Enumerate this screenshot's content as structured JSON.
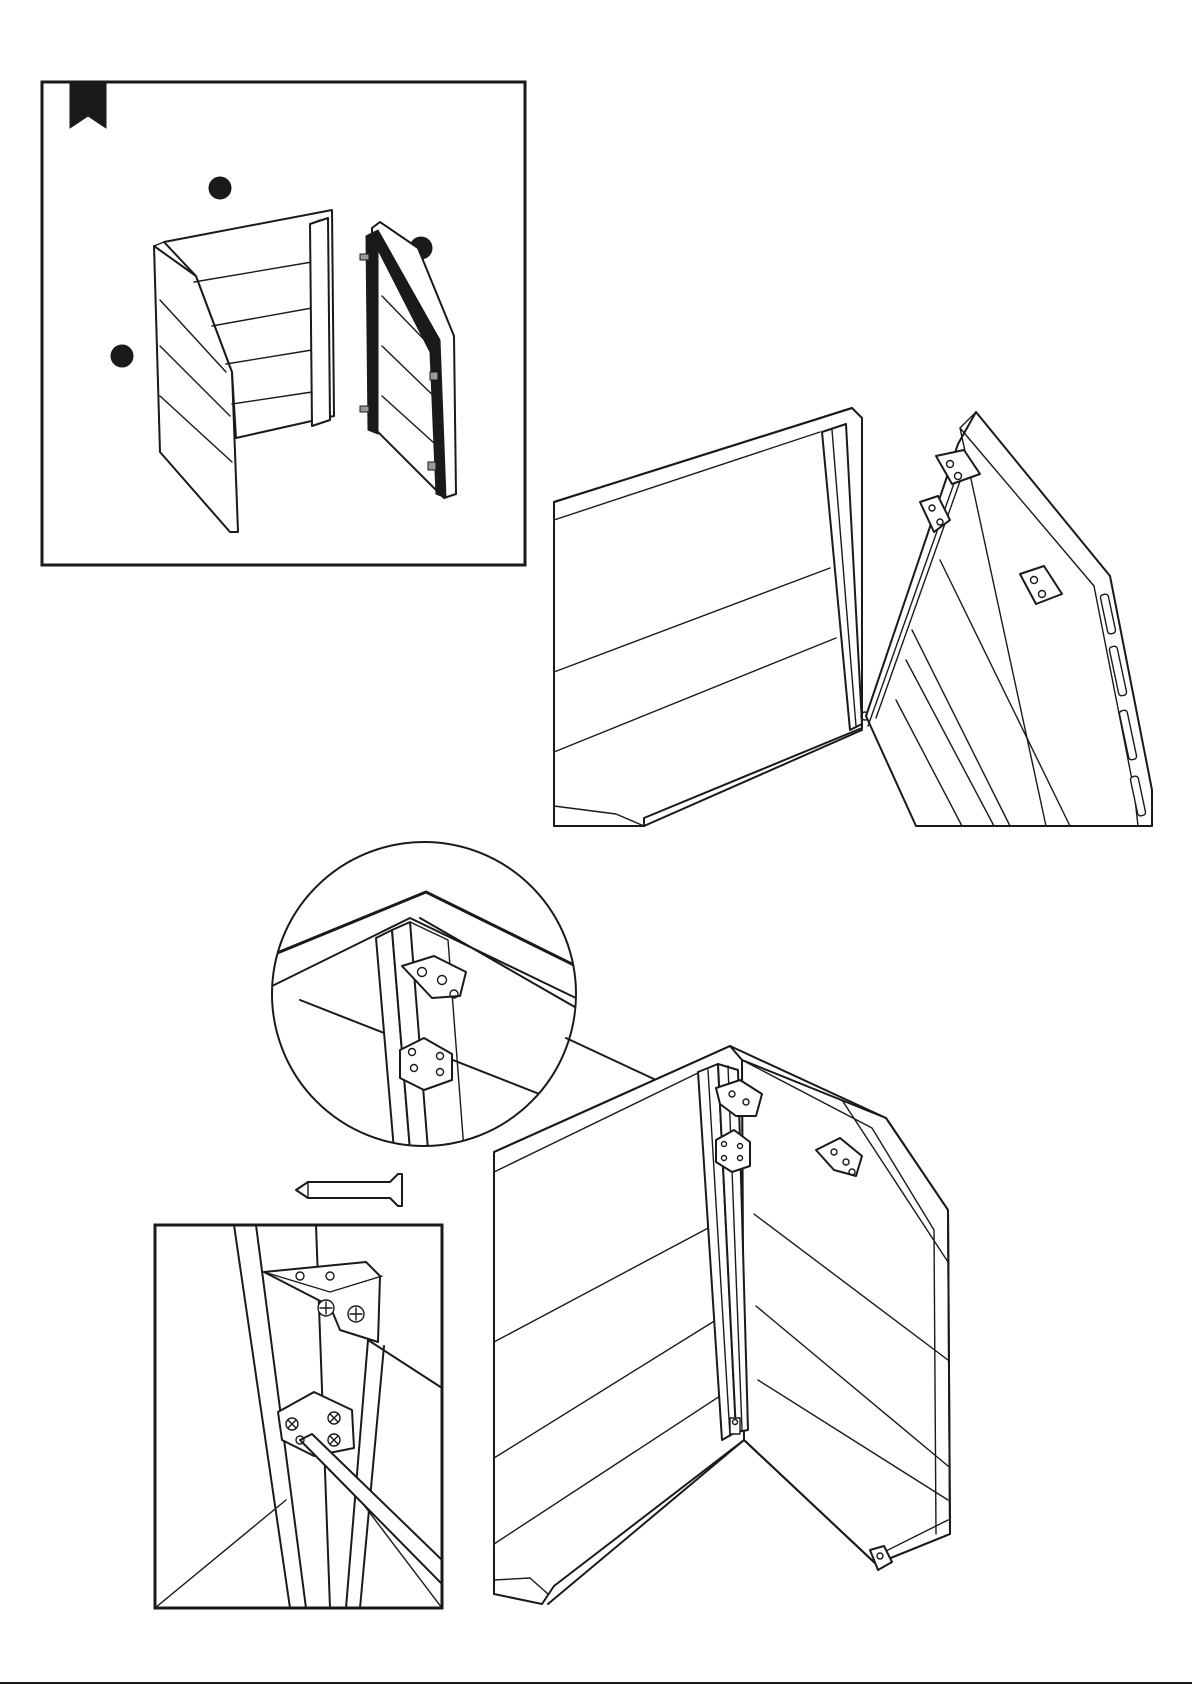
{
  "page": {
    "background_color": "#ffffff",
    "line_color": "#1a1a1a"
  },
  "icons": {
    "step_marker": "bookmark-icon",
    "part_marker": "filled-circle-icon",
    "fastener": "screw-icon",
    "hardware": "angle-bracket-icon"
  },
  "panels": {
    "overview": "overview-panel",
    "hinge_view": "hinge-view-panel",
    "zoom_circle": "zoom-circle-panel",
    "screw_detail": "screw-detail-panel",
    "assembled_corner": "assembled-corner-panel"
  }
}
